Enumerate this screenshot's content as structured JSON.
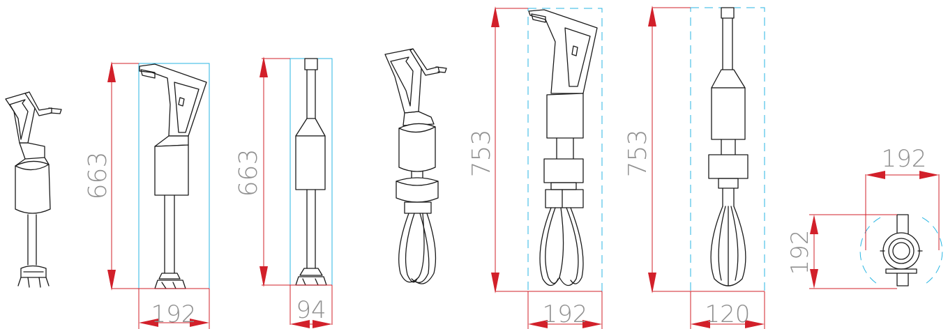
{
  "dimensions": {
    "v1_height": "663",
    "v1_width": "192",
    "v2_height": "663",
    "v2_width": "94",
    "v3_height": "753",
    "v3_width": "192",
    "v4_height": "753",
    "v4_width": "120",
    "top_width": "192",
    "top_depth": "192"
  },
  "colors": {
    "dimension_line": "#d2202a",
    "bounding_box": "#29b6e3",
    "dimension_text": "#8f8f8f",
    "drawing": "#1a1a1a"
  }
}
